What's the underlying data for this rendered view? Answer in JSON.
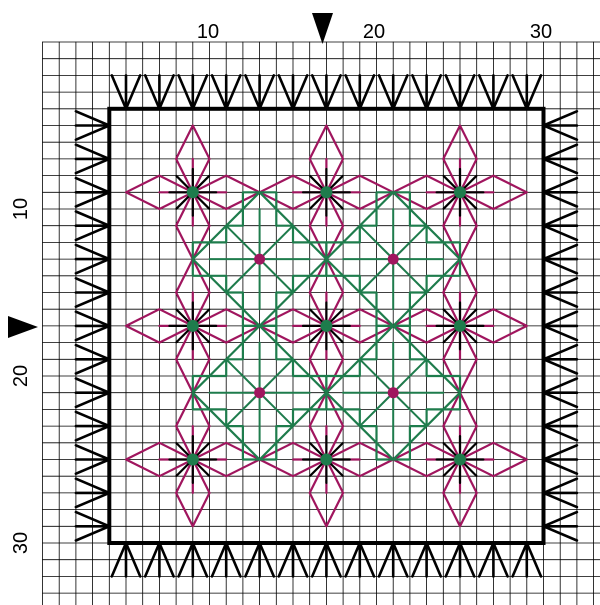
{
  "axis_labels": {
    "top": [
      "10",
      "20",
      "30"
    ],
    "left": [
      "10",
      "20",
      "30"
    ]
  },
  "chart_data": {
    "type": "stitch-pattern-chart",
    "grid_count": 33,
    "border": {
      "from": [
        4,
        4
      ],
      "to": [
        30,
        30
      ]
    },
    "center_markers": {
      "column": 17,
      "row": 17
    },
    "purple_centers": [
      [
        9,
        9
      ],
      [
        17,
        9
      ],
      [
        25,
        9
      ],
      [
        9,
        17
      ],
      [
        17,
        17
      ],
      [
        25,
        17
      ],
      [
        9,
        25
      ],
      [
        17,
        25
      ],
      [
        25,
        25
      ]
    ],
    "green_centers": [
      [
        13,
        13
      ],
      [
        21,
        13
      ],
      [
        13,
        21
      ],
      [
        21,
        21
      ]
    ],
    "purple_eyelet_centers": [
      [
        13,
        13
      ],
      [
        21,
        13
      ],
      [
        13,
        21
      ],
      [
        21,
        21
      ]
    ],
    "green_eyelet_centers": [
      [
        9,
        9
      ],
      [
        17,
        9
      ],
      [
        25,
        9
      ],
      [
        9,
        17
      ],
      [
        17,
        17
      ],
      [
        25,
        17
      ],
      [
        9,
        25
      ],
      [
        17,
        25
      ],
      [
        25,
        25
      ]
    ]
  },
  "colors": {
    "purple": "#A0155E",
    "green": "#1E7C4C",
    "black": "#000000",
    "grid": "#000000"
  }
}
